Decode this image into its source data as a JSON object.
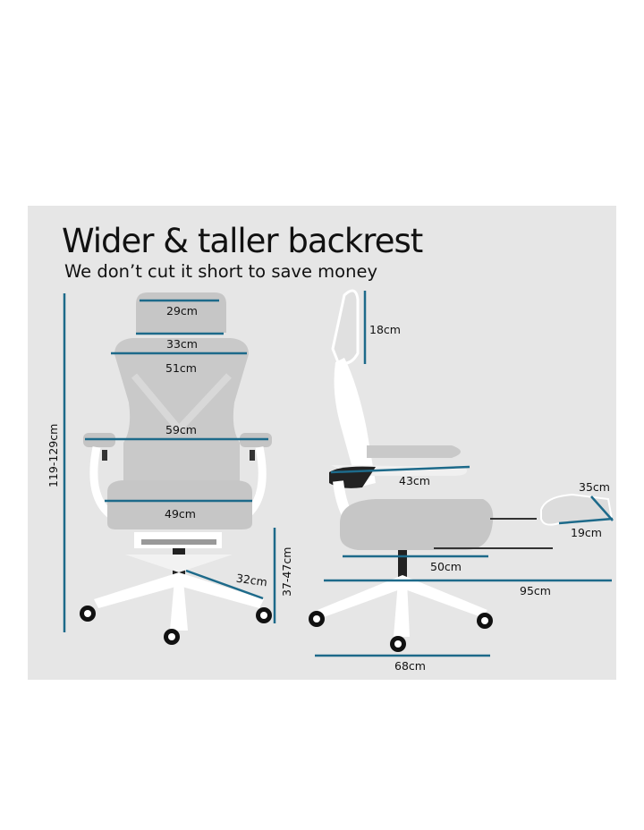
{
  "heading": {
    "title": "Wider & taller backrest",
    "subtitle": "We don’t cut it short to save money"
  },
  "front_view": {
    "dimensions": {
      "overall_height": "119-129cm",
      "headrest_top_width": "29cm",
      "headrest_bottom_width": "33cm",
      "backrest_width": "51cm",
      "armrest_span": "59cm",
      "seat_width": "49cm",
      "base_leg": "32cm",
      "seat_height": "37-47cm"
    }
  },
  "side_view": {
    "dimensions": {
      "headrest_height": "18cm",
      "armrest_length": "43cm",
      "footrest_length": "35cm",
      "footrest_width": "19cm",
      "seat_depth": "50cm",
      "extended_depth": "95cm",
      "base_width": "68cm"
    }
  },
  "colors": {
    "panel_bg": "#e6e6e6",
    "dimension_line": "#1d6a8a",
    "mesh": "#c4c4c4",
    "frame": "#ffffff"
  }
}
